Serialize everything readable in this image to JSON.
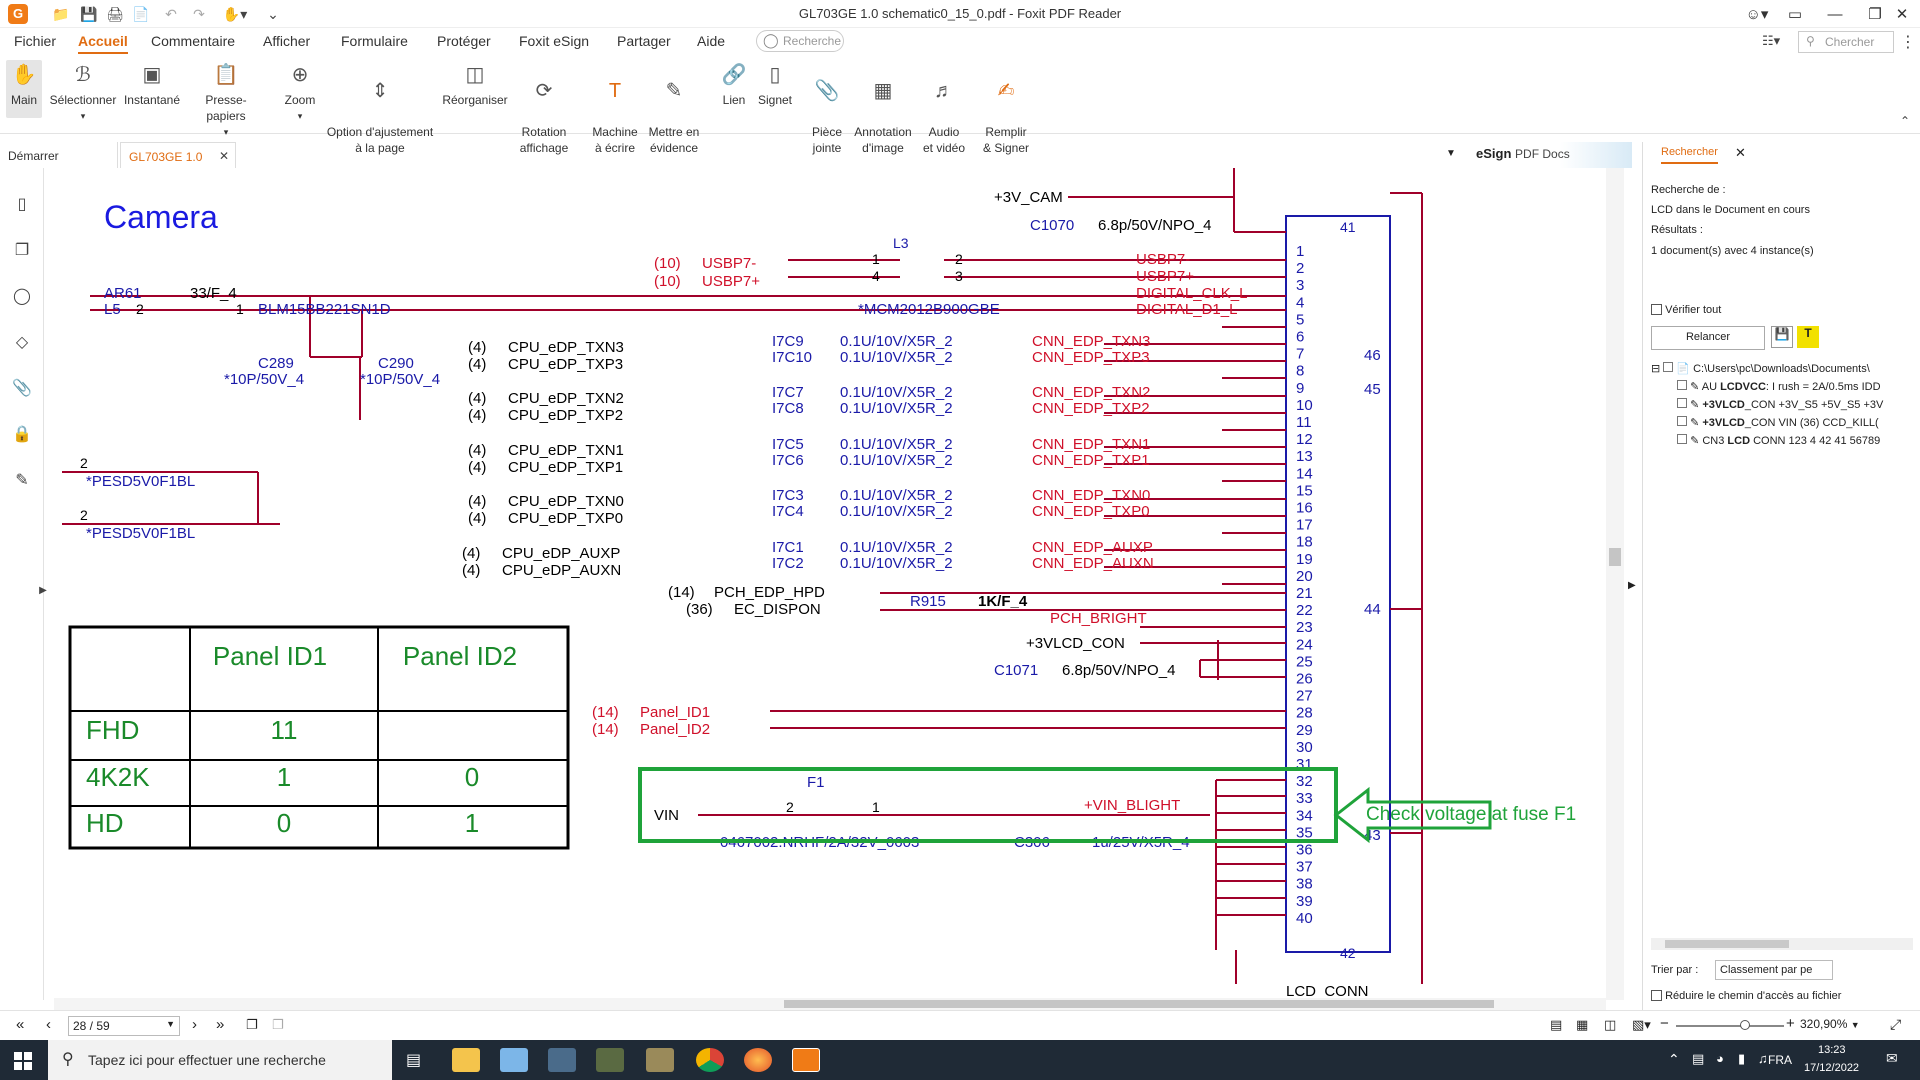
{
  "window": {
    "title": "GL703GE 1.0 schematic0_15_0.pdf - Foxit PDF Reader"
  },
  "menu": [
    "Fichier",
    "Accueil",
    "Commentaire",
    "Afficher",
    "Formulaire",
    "Protéger",
    "Foxit eSign",
    "Partager",
    "Aide"
  ],
  "menu_search_placeholder": "Recherche",
  "top_right_search_placeholder": "Chercher",
  "ribbon": [
    {
      "label": "Main",
      "icon": "hand-icon"
    },
    {
      "label": "Sélectionner",
      "icon": "select-icon"
    },
    {
      "label": "Instantané",
      "icon": "snapshot-icon"
    },
    {
      "label": "Presse-papiers",
      "icon": "clipboard-icon"
    },
    {
      "label": "Zoom",
      "icon": "zoom-icon"
    },
    {
      "label": "Option d'ajustement\nà la page",
      "icon": "fit-page-icon"
    },
    {
      "label": "Réorganiser",
      "icon": "reorganize-icon"
    },
    {
      "label": "Rotation\naffichage",
      "icon": "rotate-icon"
    },
    {
      "label": "Machine\nà écrire",
      "icon": "typewriter-icon"
    },
    {
      "label": "Mettre en\névidence",
      "icon": "highlight-icon"
    },
    {
      "label": "Lien",
      "icon": "link-icon"
    },
    {
      "label": "Signet",
      "icon": "bookmark-icon"
    },
    {
      "label": "Pièce\njointe",
      "icon": "attachment-icon"
    },
    {
      "label": "Annotation\nd'image",
      "icon": "image-annotation-icon"
    },
    {
      "label": "Audio\net vidéo",
      "icon": "audio-video-icon"
    },
    {
      "label": "Remplir\n& Signer",
      "icon": "fill-sign-icon"
    }
  ],
  "doc_tabs": [
    {
      "label": "Démarrer"
    },
    {
      "label": "GL703GE 1.0 sc..."
    }
  ],
  "esign_banner": {
    "bold": "eSign",
    "rest": "PDF Docs"
  },
  "search_panel": {
    "tab": "Rechercher",
    "search_for_label": "Recherche de :",
    "query_line": "LCD dans le Document en cours",
    "results_label": "Résultats :",
    "results_count": "1 document(s) avec 4 instance(s)",
    "check_all": "Vérifier tout",
    "relaunch": "Relancer",
    "tree_root": "C:\\Users\\pc\\Downloads\\Documents\\",
    "results": [
      {
        "prefix": "AU ",
        "match": "LCDVCC",
        "suffix": ": I rush = 2A/0.5ms IDD"
      },
      {
        "prefix": "+3V",
        "match": "LCD",
        "suffix": "_CON +3V_S5 +5V_S5 +3V"
      },
      {
        "prefix": "+3V",
        "match": "LCD",
        "suffix": "_CON VIN (36) CCD_KILL("
      },
      {
        "prefix": "CN3 ",
        "match": "LCD",
        "suffix": " CONN 123 4 42 41 56789"
      }
    ],
    "sort_label": "Trier par :",
    "sort_value": "Classement par pe",
    "reduce_path": "Réduire le chemin d'accès au fichier"
  },
  "status": {
    "page": "28 / 59",
    "zoom": "320,90%"
  },
  "taskbar": {
    "search_placeholder": "Tapez ici pour effectuer une recherche",
    "lang": "FRA",
    "time": "13:23",
    "date": "17/12/2022"
  },
  "schematic": {
    "title": "Camera",
    "annotation": "Check voltage at fuse F1",
    "table": {
      "headers": [
        "",
        "Panel ID1",
        "Panel ID2"
      ],
      "rows": [
        [
          "FHD",
          "11",
          ""
        ],
        [
          "4K2K",
          "1",
          "0"
        ],
        [
          "HD",
          "0",
          "1"
        ]
      ]
    },
    "labels": {
      "v3cam": "+3V_CAM",
      "c1070": "C1070",
      "c1070v": "6.8p/50V/NPO_4",
      "l3": "L3",
      "usbp7m": "USBP7-",
      "usbp7p": "USBP7+",
      "ref10a": "(10)",
      "ref10b": "(10)",
      "mcm": "*MCM2012B900GBE",
      "usbp7m_r": "USBP7-",
      "usbp7p_r": "USBP7+",
      "dclk": "DIGITAL_CLK_L",
      "dd1": "DIGITAL_D1_L",
      "ar61": "AR61",
      "l5": "L5",
      "ind33": "33/F_4",
      "blm": "BLM15BB221SN1D",
      "c289": "C289",
      "c290": "C290",
      "c289v": "*10P/50V_4",
      "c290v": "*10P/50V_4",
      "pesd1": "*PESD5V0F1BL",
      "pesd2": "*PESD5V0F1BL",
      "vin": "VIN",
      "f1": "F1",
      "fuse": "0467002.NRHF/2A/32V_0603",
      "vinblight": "+VIN_BLIGHT",
      "c306": "C306",
      "c306v": "1u/25V/X5R_4",
      "hpd": "PCH_EDP_HPD",
      "ecdispon": "EC_DISPON",
      "ref14": "(14)",
      "ref36": "(36)",
      "r915": "R915",
      "r915v": "1K/F_4",
      "pchbright": "PCH_BRIGHT",
      "v3vlcd": "+3VLCD_CON",
      "c1071": "C1071",
      "c1071v": "6.8p/50V/NPO_4",
      "panelid1": "Panel_ID1",
      "panelid2": "Panel_ID2",
      "refp1": "(14)",
      "refp2": "(14)",
      "lcdconn": "LCD_CONN"
    },
    "edp_groups": [
      {
        "ref": "(4)",
        "a": "CPU_eDP_TXN3",
        "b": "CPU_eDP_TXP3",
        "ca": "I7C9",
        "cb": "I7C10",
        "cap": "0.1U/10V/X5R_2",
        "na": "CNN_EDP_TXN3",
        "nb": "CNN_EDP_TXP3"
      },
      {
        "ref": "(4)",
        "a": "CPU_eDP_TXN2",
        "b": "CPU_eDP_TXP2",
        "ca": "I7C7",
        "cb": "I7C8",
        "cap": "0.1U/10V/X5R_2",
        "na": "CNN_EDP_TXN2",
        "nb": "CNN_EDP_TXP2"
      },
      {
        "ref": "(4)",
        "a": "CPU_eDP_TXN1",
        "b": "CPU_eDP_TXP1",
        "ca": "I7C5",
        "cb": "I7C6",
        "cap": "0.1U/10V/X5R_2",
        "na": "CNN_EDP_TXN1",
        "nb": "CNN_EDP_TXP1"
      },
      {
        "ref": "(4)",
        "a": "CPU_eDP_TXN0",
        "b": "CPU_eDP_TXP0",
        "ca": "I7C3",
        "cb": "I7C4",
        "cap": "0.1U/10V/X5R_2",
        "na": "CNN_EDP_TXN0",
        "nb": "CNN_EDP_TXP0"
      },
      {
        "ref": "(4)",
        "a": "CPU_eDP_AUXP",
        "b": "CPU_eDP_AUXN",
        "ca": "I7C1",
        "cb": "I7C2",
        "cap": "0.1U/10V/X5R_2",
        "na": "CNN_EDP_AUXP",
        "nb": "CNN_EDP_AUXN"
      }
    ],
    "pins": [
      "1",
      "2",
      "3",
      "4",
      "5",
      "6",
      "7",
      "8",
      "9",
      "10",
      "11",
      "12",
      "13",
      "14",
      "15",
      "16",
      "17",
      "18",
      "19",
      "20",
      "21",
      "22",
      "23",
      "24",
      "25",
      "26",
      "27",
      "28",
      "29",
      "30",
      "31",
      "32",
      "33",
      "34",
      "35",
      "36",
      "37",
      "38",
      "39",
      "40"
    ],
    "conn_side_pins": [
      "41",
      "46",
      "45",
      "44",
      "43",
      "42"
    ]
  }
}
